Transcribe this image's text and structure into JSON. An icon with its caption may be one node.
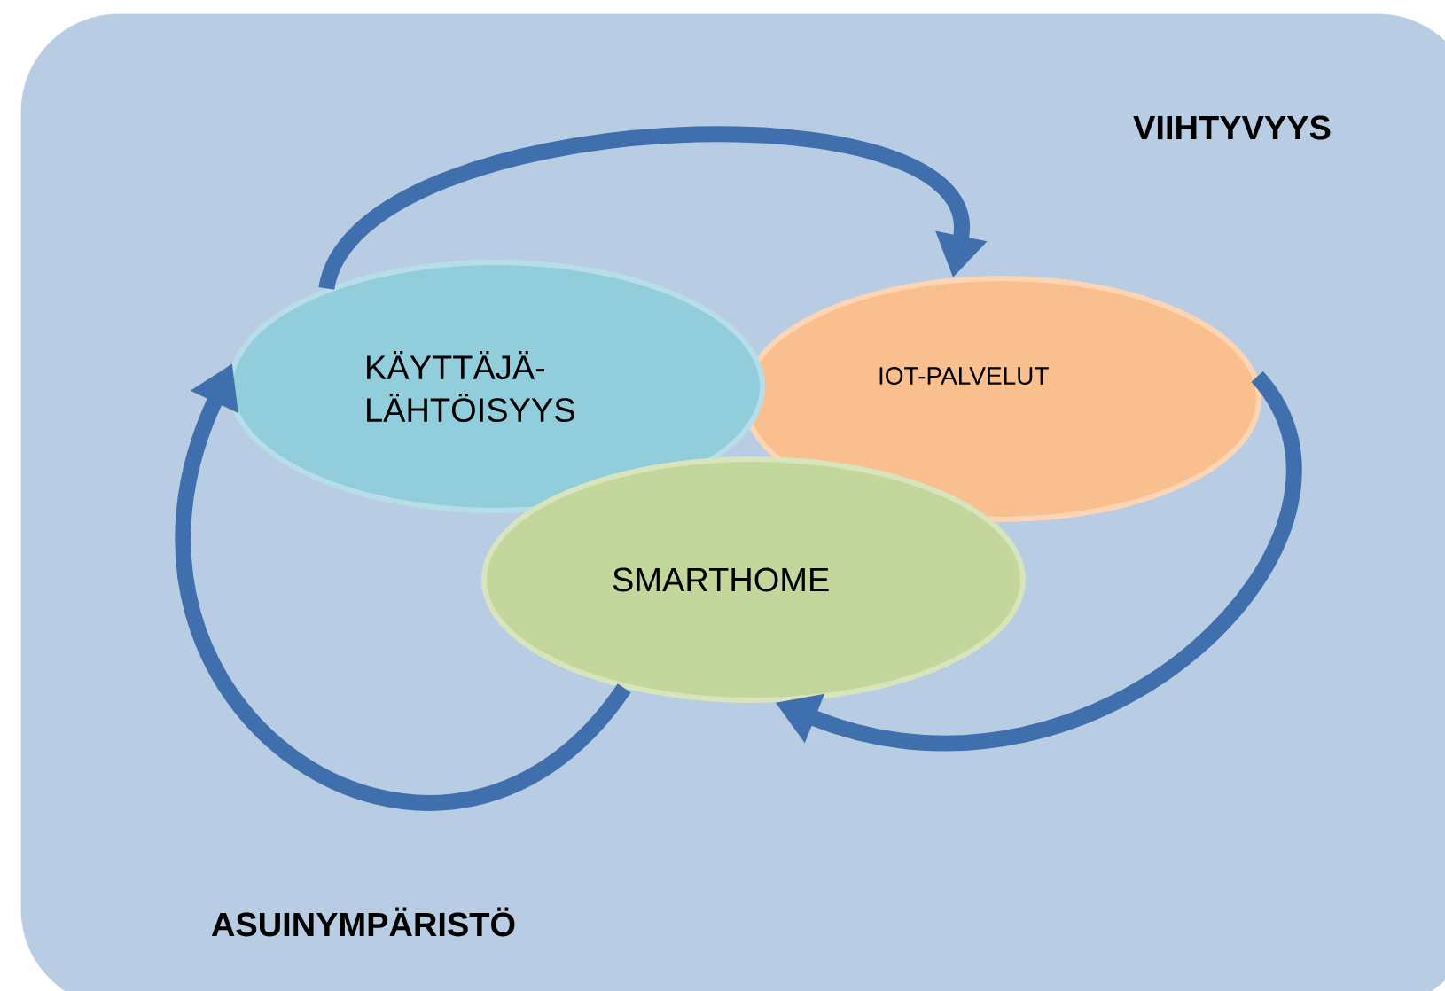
{
  "diagram": {
    "nodes": [
      {
        "text": [
          "VIIHTYVYYS",
          "ASUINYMPÄRISTÖ"
        ]
      },
      {
        "text": [
          "KÄYTTÄJÄ- LÄHTÖISYYS"
        ],
        "in": 0
      },
      {
        "text": [
          "IOT-PALVELUT"
        ],
        "in": 0
      },
      {
        "text": [
          "SMARTHOME"
        ],
        "in": 0
      }
    ],
    "edges": [
      {
        "from": 1,
        "to": 2,
        "arrow": "to"
      },
      {
        "from": 2,
        "to": 3,
        "arrow": "to"
      },
      {
        "from": 3,
        "to": 1,
        "arrow": "to"
      }
    ]
  }
}
